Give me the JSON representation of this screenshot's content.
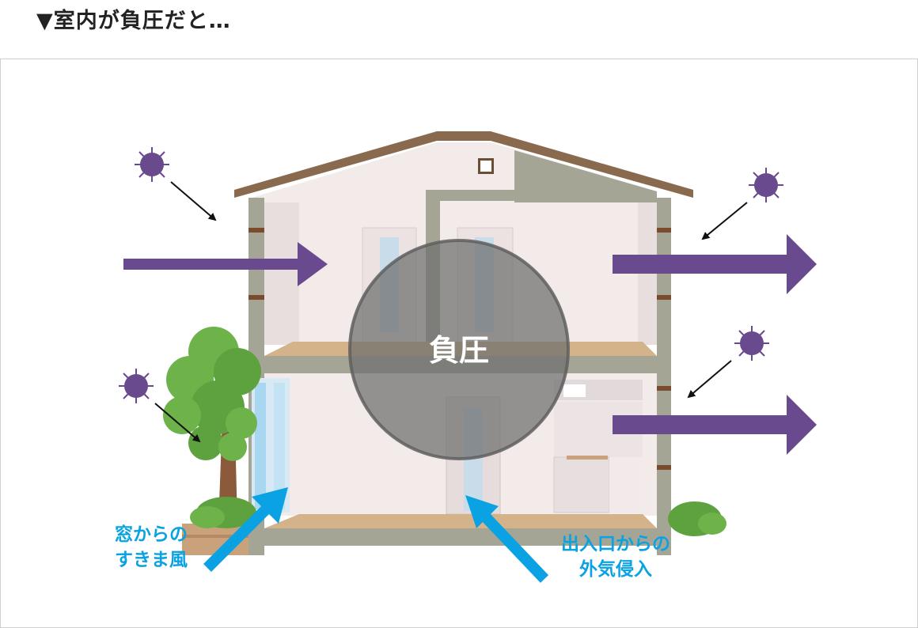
{
  "heading": "▼室内が負圧だと…",
  "center_label": "負圧",
  "window_label": {
    "line1": "窓からの",
    "line2": "すきま風"
  },
  "door_label": {
    "line1": "出入口からの",
    "line2": "外気侵入"
  },
  "colors": {
    "arrow_purple": "#6a4a8e",
    "arrow_blue": "#0aa2e2",
    "virus": "#6a4a8e",
    "roof": "#8a6a4e",
    "wall_frame": "#a5a596",
    "floor": "#d4b28a",
    "pressure_circle": "rgba(110,110,110,0.72)"
  },
  "icons": [
    "virus-icon",
    "tree-icon",
    "shrub-icon",
    "window-icon",
    "door-icon",
    "kitchen-icon"
  ]
}
